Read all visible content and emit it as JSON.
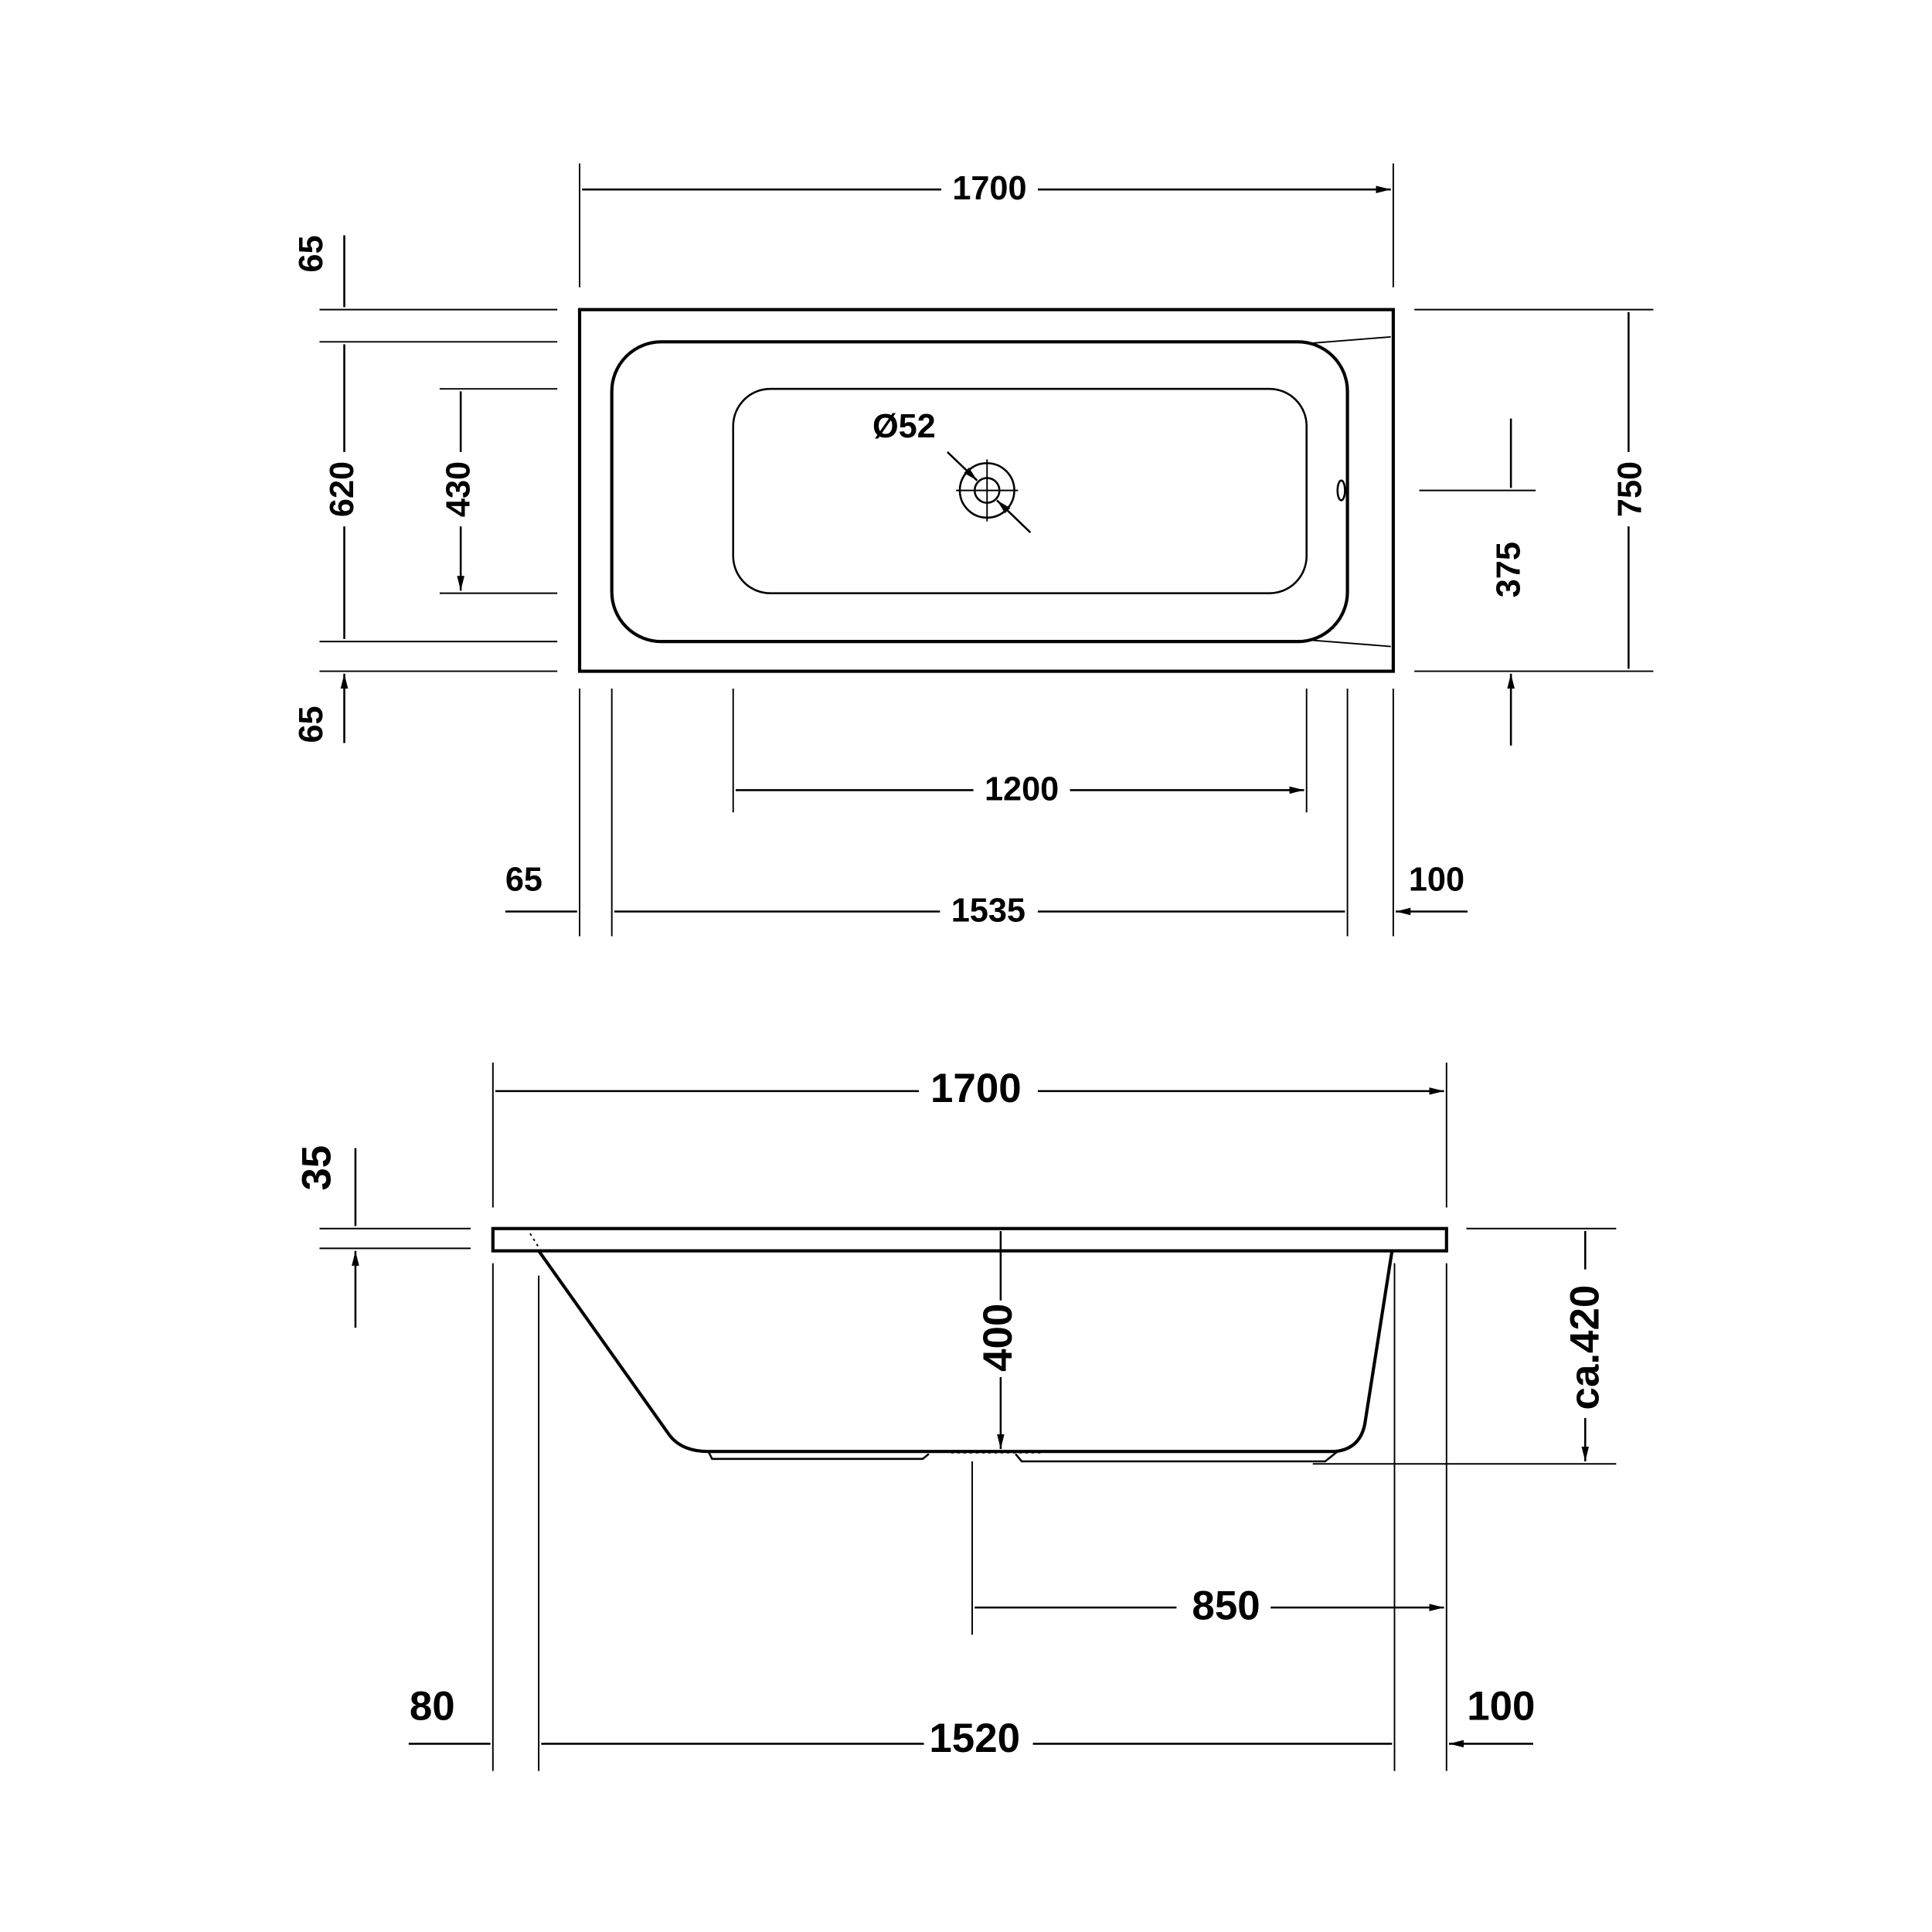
{
  "top_view": {
    "overall_length": "1700",
    "rim_top": "65",
    "inner_width": "620",
    "floor_width": "430",
    "rim_bottom": "65",
    "drain_diameter": "Ø52",
    "drain_offset": "375",
    "overall_width": "750",
    "floor_length": "1200",
    "rim_left": "65",
    "inner_length": "1535",
    "rim_right": "100"
  },
  "side_view": {
    "overall_length": "1700",
    "rim_thickness": "35",
    "depth": "400",
    "overall_height": "ca.420",
    "drain_position": "850",
    "left_offset": "80",
    "inner_length": "1520",
    "right_offset": "100"
  },
  "colors": {
    "line": "#000000",
    "background": "#ffffff"
  }
}
